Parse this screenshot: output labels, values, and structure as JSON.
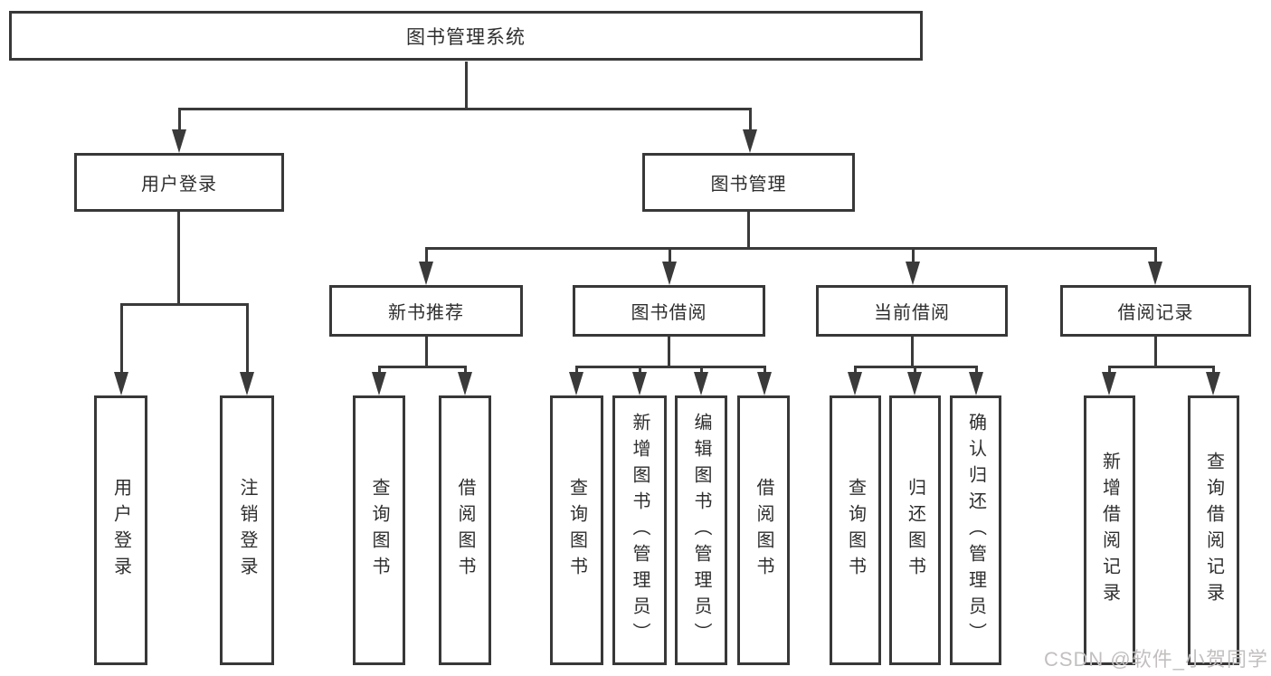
{
  "colors": {
    "line": "#3a3a3a",
    "box_border": "#383838",
    "box_bg": "#ffffff",
    "text": "#2e2e2e",
    "background": "#ffffff",
    "watermark": "#c3bfbf"
  },
  "watermark": {
    "text": "CSDN @软件_小贺同学"
  },
  "diagram": {
    "root": {
      "label": "图书管理系统"
    },
    "user_login": {
      "label": "用户登录",
      "children": [
        {
          "label": "用户登录"
        },
        {
          "label": "注销登录"
        }
      ]
    },
    "book_mgmt": {
      "label": "图书管理"
    },
    "new_books": {
      "label": "新书推荐",
      "children": [
        {
          "label": "查询图书"
        },
        {
          "label": "借阅图书"
        }
      ]
    },
    "book_borrow": {
      "label": "图书借阅",
      "children": [
        {
          "label": "查询图书"
        },
        {
          "label": "新增图书（管理员）"
        },
        {
          "label": "编辑图书（管理员）"
        },
        {
          "label": "借阅图书"
        }
      ]
    },
    "current_borrow": {
      "label": "当前借阅",
      "children": [
        {
          "label": "查询图书"
        },
        {
          "label": "归还图书"
        },
        {
          "label": "确认归还（管理员）"
        }
      ]
    },
    "borrow_records": {
      "label": "借阅记录",
      "children": [
        {
          "label": "新增借阅记录"
        },
        {
          "label": "查询借阅记录"
        }
      ]
    }
  }
}
